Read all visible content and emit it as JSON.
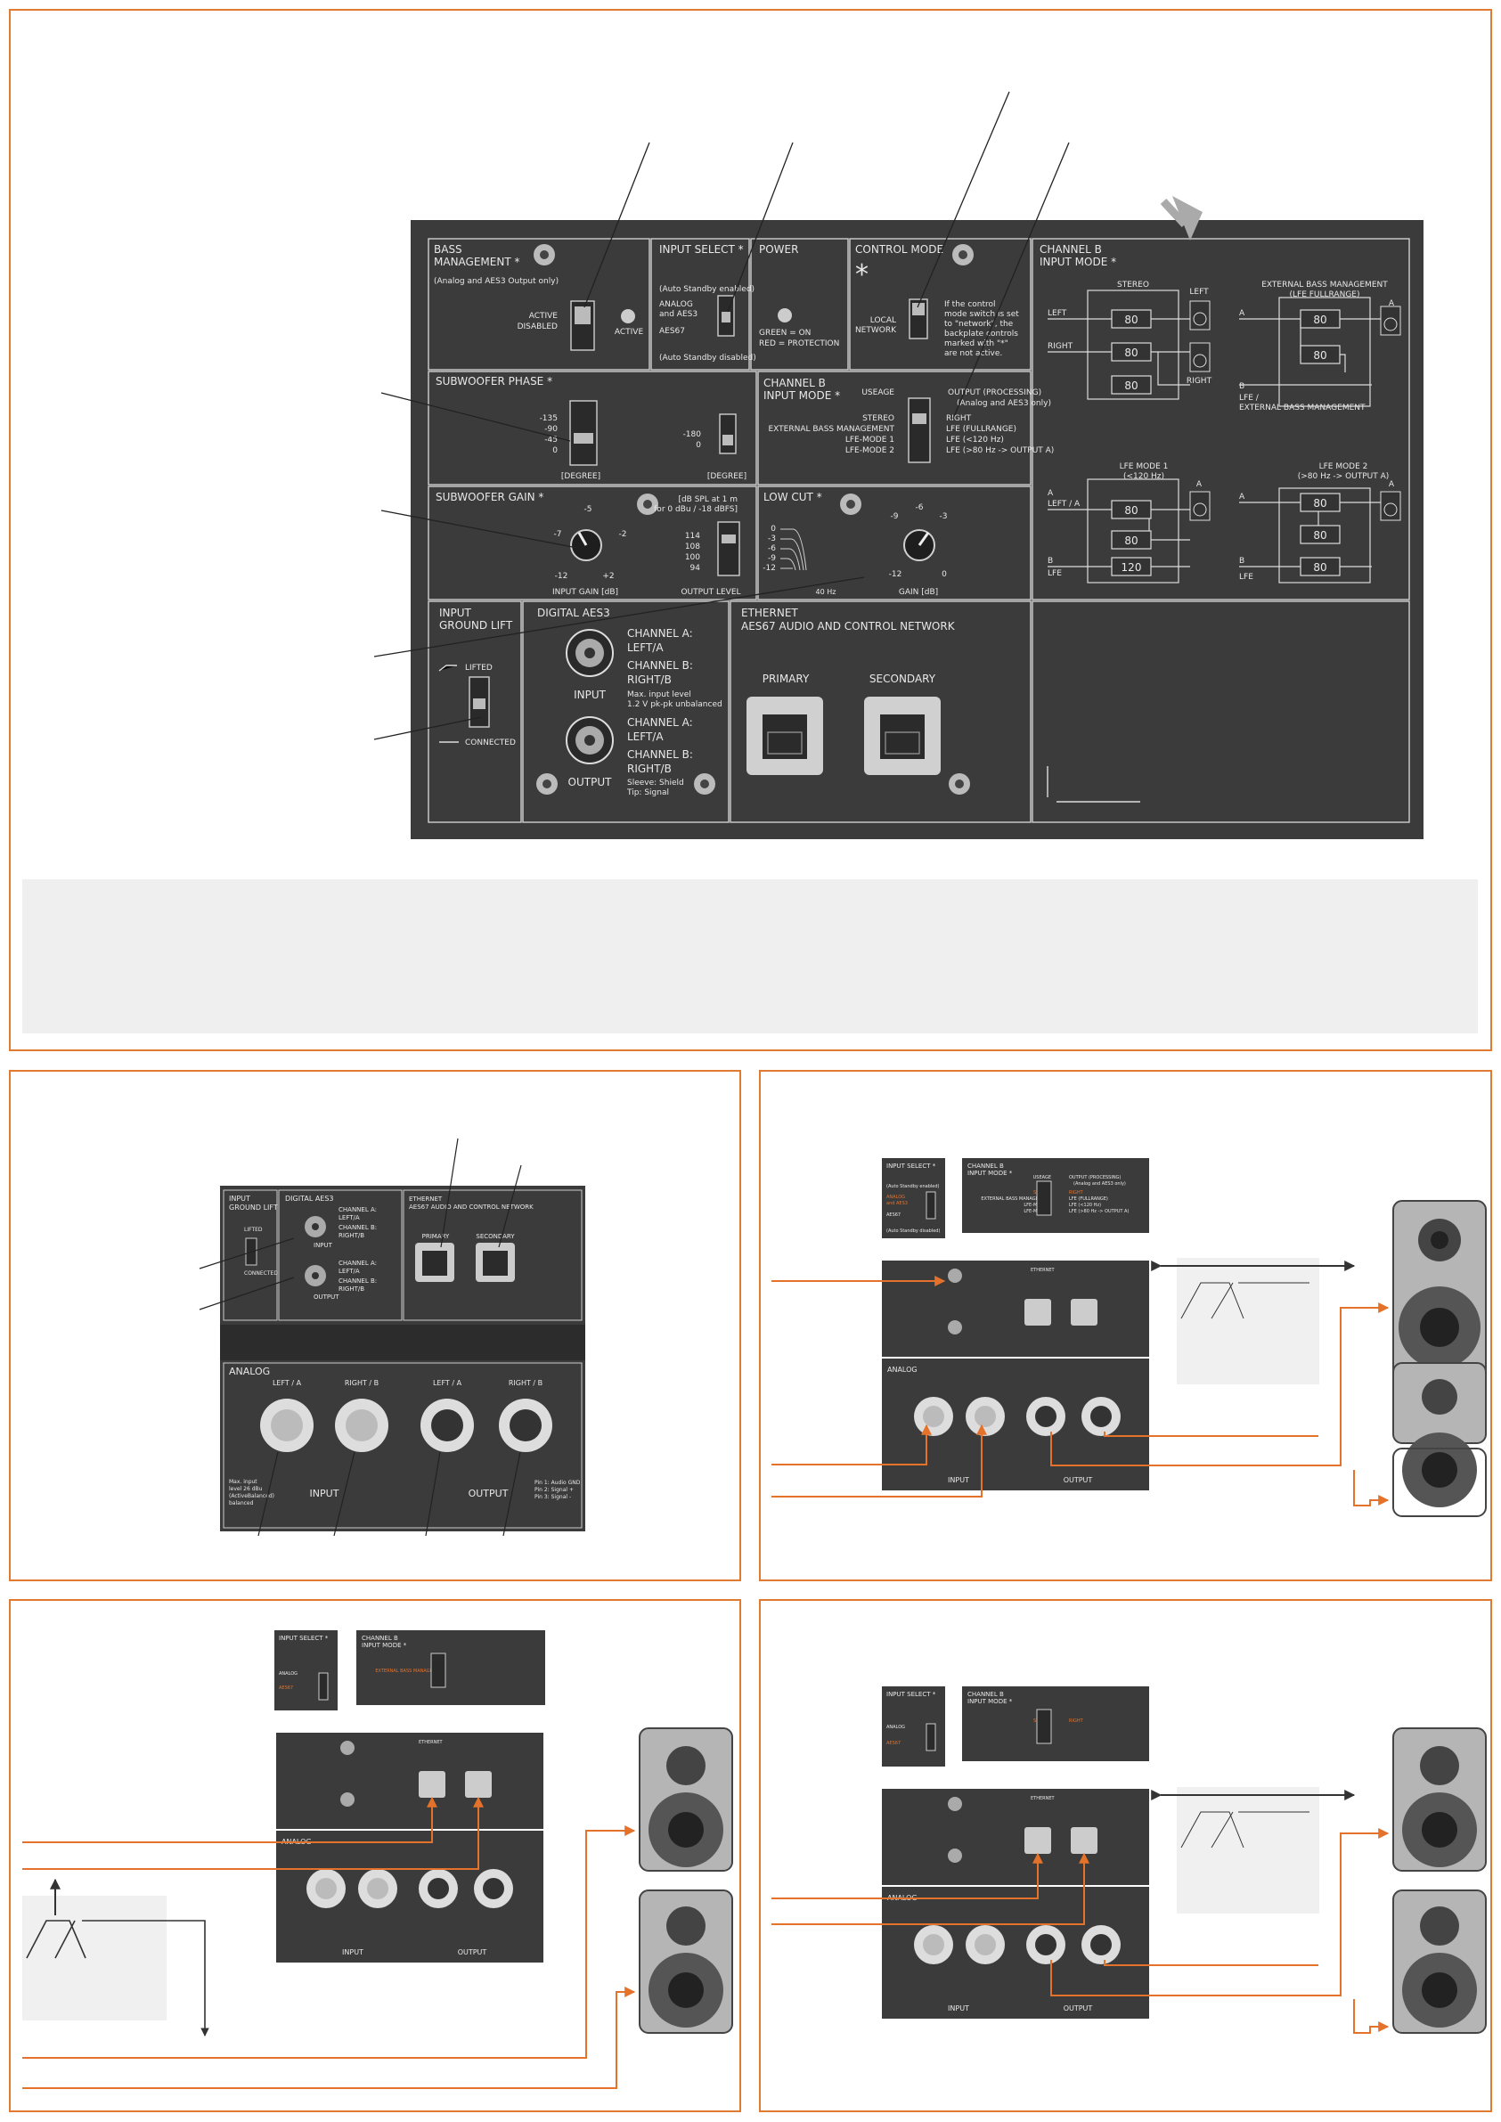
{
  "colors": {
    "panel": "#3b3b3b",
    "frame": "#e07a30",
    "accent": "#e5722a",
    "line": "#d9d9d9",
    "gray": "#f0f0f0"
  },
  "main": {
    "bass_mgmt": {
      "title1": "BASS",
      "title2": "MANAGEMENT *",
      "note": "(Analog and AES3 Output only)",
      "active": "ACTIVE",
      "disabled": "DISABLED",
      "active2": "ACTIVE"
    },
    "input_select": {
      "title": "INPUT SELECT *",
      "auto_en": "(Auto Standby enabled)",
      "analog": "ANALOG",
      "and_aes3": "and AES3",
      "aes67": "AES67",
      "auto_dis": "(Auto Standby disabled)"
    },
    "power": {
      "title": "POWER",
      "green": "GREEN = ON",
      "red": "RED = PROTECTION"
    },
    "control_mode": {
      "title": "CONTROL MODE",
      "local": "LOCAL",
      "network": "NETWORK",
      "n1": "If the control",
      "n2": "mode switch is set",
      "n3": "to \"network\", the",
      "n4": "backplate controls",
      "n5": "marked with \"*\"",
      "n6": "are not active."
    },
    "ch_b_mode": {
      "title1": "CHANNEL B",
      "title2": "INPUT MODE *",
      "useage": "USEAGE",
      "output1": "OUTPUT (PROCESSING)",
      "output2": "(Analog and AES3 only)",
      "stereo": "STEREO",
      "ext": "EXTERNAL BASS MANAGEMENT",
      "lfe1": "LFE-MODE 1",
      "lfe2": "LFE-MODE 2",
      "right": "RIGHT",
      "lfe_full": "LFE (FULLRANGE)",
      "lfe120": "LFE (<120 Hz)",
      "lfe80": "LFE (>80 Hz -> OUTPUT A)"
    },
    "sub_phase": {
      "title": "SUBWOOFER PHASE *",
      "t1": "-135",
      "t2": "-90",
      "t3": "-45",
      "t4": "0",
      "t5": "-180",
      "t6": "0",
      "deg": "[DEGREE]"
    },
    "sub_gain": {
      "title": "SUBWOOFER GAIN *",
      "spl1": "[dB SPL at 1 m",
      "spl2": "for 0 dBu / -18 dBFS]",
      "g1": "-5",
      "g2": "-7",
      "g3": "-2",
      "g4": "-12",
      "g5": "+2",
      "in_gain": "INPUT GAIN [dB]",
      "o1": "114",
      "o2": "108",
      "o3": "100",
      "o4": "94",
      "out_level": "OUTPUT LEVEL"
    },
    "low_cut": {
      "title": "LOW CUT *",
      "l1": "0",
      "l2": "-3",
      "l3": "-6",
      "l4": "-9",
      "l5": "-12",
      "hz": "40 Hz",
      "k1": "-9",
      "k2": "-6",
      "k3": "-3",
      "k4": "-12",
      "k5": "0",
      "gain": "GAIN [dB]"
    },
    "ground": {
      "title1": "INPUT",
      "title2": "GROUND LIFT",
      "lifted": "LIFTED",
      "connected": "CONNECTED"
    },
    "aes3": {
      "title": "DIGITAL AES3",
      "input": "INPUT",
      "output": "OUTPUT",
      "a1": "CHANNEL A:",
      "a2": "LEFT/A",
      "b1": "CHANNEL B:",
      "b2": "RIGHT/B",
      "max1": "Max. input level",
      "max2": "1.2 V pk-pk unbalanced",
      "sleeve": "Sleeve: Shield",
      "tip": "Tip: Signal"
    },
    "ethernet": {
      "title1": "ETHERNET",
      "title2": "AES67 AUDIO AND CONTROL NETWORK",
      "primary": "PRIMARY",
      "secondary": "SECONDARY"
    },
    "diagrams": {
      "stereo": "STEREO",
      "left": "LEFT",
      "right": "RIGHT",
      "ext1": "EXTERNAL BASS MANAGEMENT",
      "ext2": "(LFE FULLRANGE)",
      "a": "A",
      "b": "B",
      "lfe_ext1": "LFE /",
      "lfe_ext2": "EXTERNAL BASS MANAGEMENT",
      "lfe1_t": "LFE MODE 1",
      "lfe1_s": "(<120 Hz)",
      "lfe2_t": "LFE MODE 2",
      "lfe2_s": "(>80 Hz -> OUTPUT A)",
      "left_a": "LEFT / A",
      "lfe": "LFE",
      "v80": "80",
      "v120": "120"
    }
  },
  "quad": {
    "ground_title1": "INPUT",
    "ground_title2": "GROUND LIFT",
    "lifted": "LIFTED",
    "connected": "CONNECTED",
    "aes3": "DIGITAL AES3",
    "input": "INPUT",
    "output": "OUTPUT",
    "cha": "CHANNEL A:",
    "chb": "CHANNEL B:",
    "lefta": "LEFT/A",
    "rightb": "RIGHT/B",
    "eth1": "ETHERNET",
    "eth2": "AES67 AUDIO AND CONTROL NETWORK",
    "primary": "PRIMARY",
    "secondary": "SECONDARY",
    "analog": "ANALOG",
    "left_a": "LEFT / A",
    "right_b": "RIGHT / B",
    "out": "OUTPUT",
    "inp": "INPUT",
    "max1": "Max. input",
    "max2": "level 26 dBu",
    "max3": "(ActiveBalanced)",
    "max4": "balanced",
    "pin1": "Pin 1: Audio GND",
    "pin2": "Pin 2: Signal +",
    "pin3": "Pin 3: Signal -",
    "in_sel": "INPUT SELECT *",
    "auto_en": "(Auto Standby enabled)",
    "analog_l": "ANALOG",
    "and_aes3": "and AES3",
    "aes67": "AES67",
    "auto_dis": "(Auto Standby disabled)",
    "chb1": "CHANNEL B",
    "chb2": "INPUT MODE *",
    "useage": "USEAGE",
    "output1": "OUTPUT (PROCESSING)",
    "output2": "(Analog and AES3 only)",
    "stereo": "STEREO",
    "ext": "EXTERNAL BASS MANAGEMENT",
    "lfe1": "LFE-MODE 1",
    "lfe2": "LFE-MODE 2",
    "right": "RIGHT",
    "lfe_full": "LFE (FULLRANGE)",
    "lfe120": "LFE (<120 Hz)",
    "lfe80": "LFE (>80 Hz -> OUTPUT A)"
  }
}
